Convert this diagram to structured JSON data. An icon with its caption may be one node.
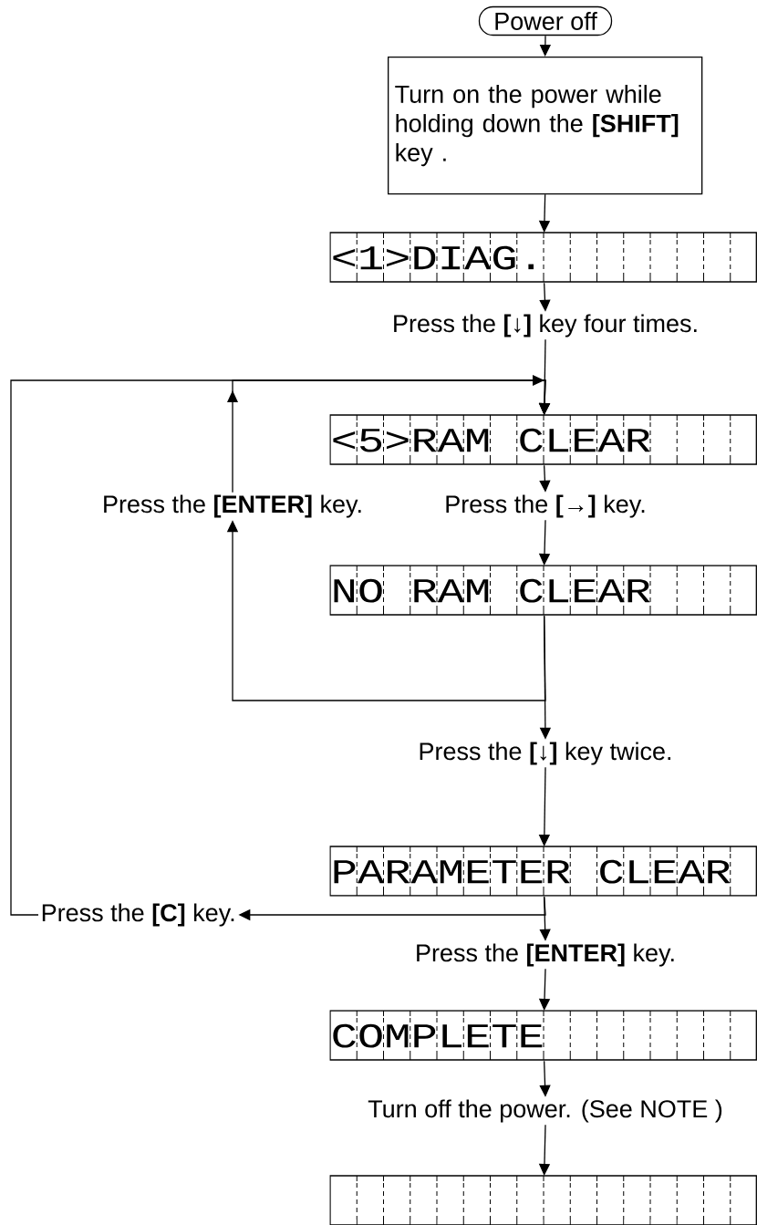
{
  "diagram": {
    "nodes": [
      {
        "text": [
          "Power off"
        ]
      },
      {
        "text": [
          "Turn on the power while holding down the **[SHIFT]** key ."
        ]
      },
      {
        "text": [
          "<1>DIAG."
        ]
      },
      {
        "text": [
          "Press the **[↓]** key four times."
        ]
      },
      {
        "text": [
          "<5>RAM CLEAR"
        ]
      },
      {
        "text": [
          "Press the **[ENTER]** key."
        ]
      },
      {
        "text": [
          "Press the **[→]** key."
        ]
      },
      {
        "text": [
          "NO RAM CLEAR"
        ]
      },
      {
        "text": [
          "Press the **[↓]** key twice."
        ]
      },
      {
        "text": [
          "PARAMETER CLEAR"
        ]
      },
      {
        "text": [
          "Press the **[C]** key."
        ]
      },
      {
        "text": [
          "Press the **[ENTER]** key."
        ]
      },
      {
        "text": [
          "COMPLETE"
        ]
      },
      {
        "text": [
          "Turn off the power. (See NOTE )"
        ]
      },
      {
        "text": [],
        "shape": "box"
      }
    ],
    "edges": [
      {
        "from": 0,
        "to": 1,
        "arrow": "to"
      },
      {
        "from": 1,
        "to": 2,
        "arrow": "to"
      },
      {
        "from": 2,
        "to": 3,
        "arrow": "to"
      },
      {
        "from": 3,
        "to": 4,
        "arrow": "to"
      },
      {
        "from": 5,
        "to": 4,
        "arrow": "to"
      },
      {
        "from": 10,
        "to": 4,
        "arrow": "to"
      },
      {
        "from": 4,
        "to": 6,
        "arrow": "to"
      },
      {
        "from": 6,
        "to": 7,
        "arrow": "to"
      },
      {
        "from": 7,
        "to": 5,
        "arrow": "to"
      },
      {
        "from": 7,
        "to": 8,
        "arrow": "to"
      },
      {
        "from": 8,
        "to": 9,
        "arrow": "to"
      },
      {
        "from": 9,
        "to": 10,
        "arrow": "to"
      },
      {
        "from": 9,
        "to": 11,
        "arrow": "to"
      },
      {
        "from": 11,
        "to": 12,
        "arrow": "to"
      },
      {
        "from": 12,
        "to": 13,
        "arrow": "to"
      },
      {
        "from": 13,
        "to": 14,
        "arrow": "to"
      }
    ]
  }
}
